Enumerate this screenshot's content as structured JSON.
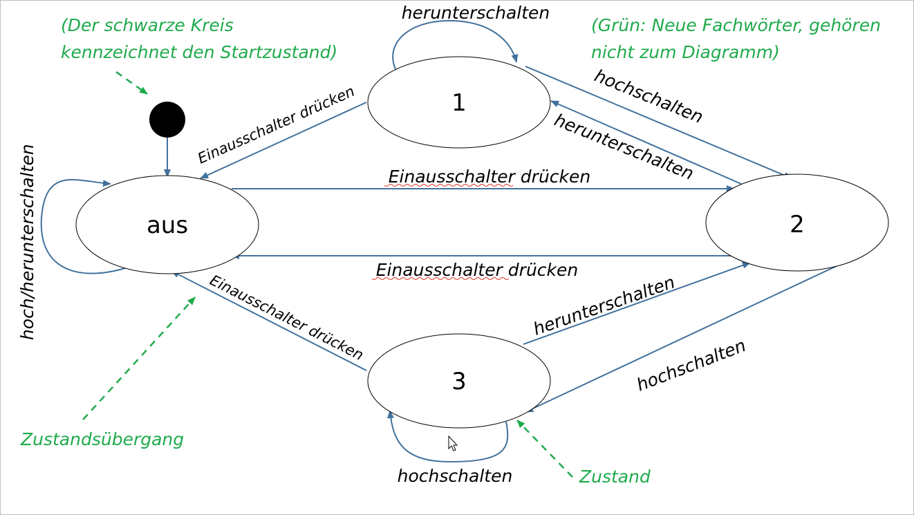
{
  "notes": {
    "start_line1": "(Der schwarze Kreis",
    "start_line2": "kennzeichnet den Startzustand)",
    "green_line1": "(Grün: Neue Fachwörter, gehören",
    "green_line2": "nicht zum Diagramm)",
    "transition": "Zustandsübergang",
    "state": "Zustand"
  },
  "states": {
    "aus": "aus",
    "s1": "1",
    "s2": "2",
    "s3": "3"
  },
  "edges": {
    "s1_self": "herunterschalten",
    "s1_to_s2": "hochschalten",
    "s2_to_s1": "herunterschalten",
    "s1_to_aus": "Einausschalter drücken",
    "aus_to_s2": "Einausschalter drücken",
    "s2_to_aus": "Einausschalter drücken",
    "s3_to_aus": "Einausschalter drücken",
    "s3_to_s2": "herunterschalten",
    "s2_to_s3": "hochschalten",
    "s3_self": "hochschalten",
    "aus_self": "hoch/herunterschalten"
  },
  "colors": {
    "edge": "#41719c",
    "annotation": "#1faa4c",
    "start_marker": "#000000"
  }
}
